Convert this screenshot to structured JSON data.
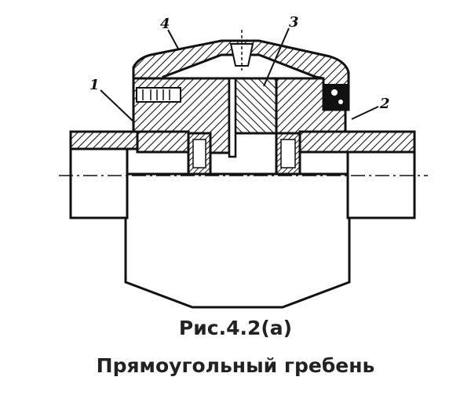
{
  "figure": {
    "number": "Рис.4.2(а)",
    "title": "Прямоугольный гребень"
  },
  "callouts": [
    "1",
    "2",
    "3",
    "4"
  ],
  "colors": {
    "ink": "#111111",
    "hatch": "#1a1a1a",
    "paper": "#ffffff"
  }
}
